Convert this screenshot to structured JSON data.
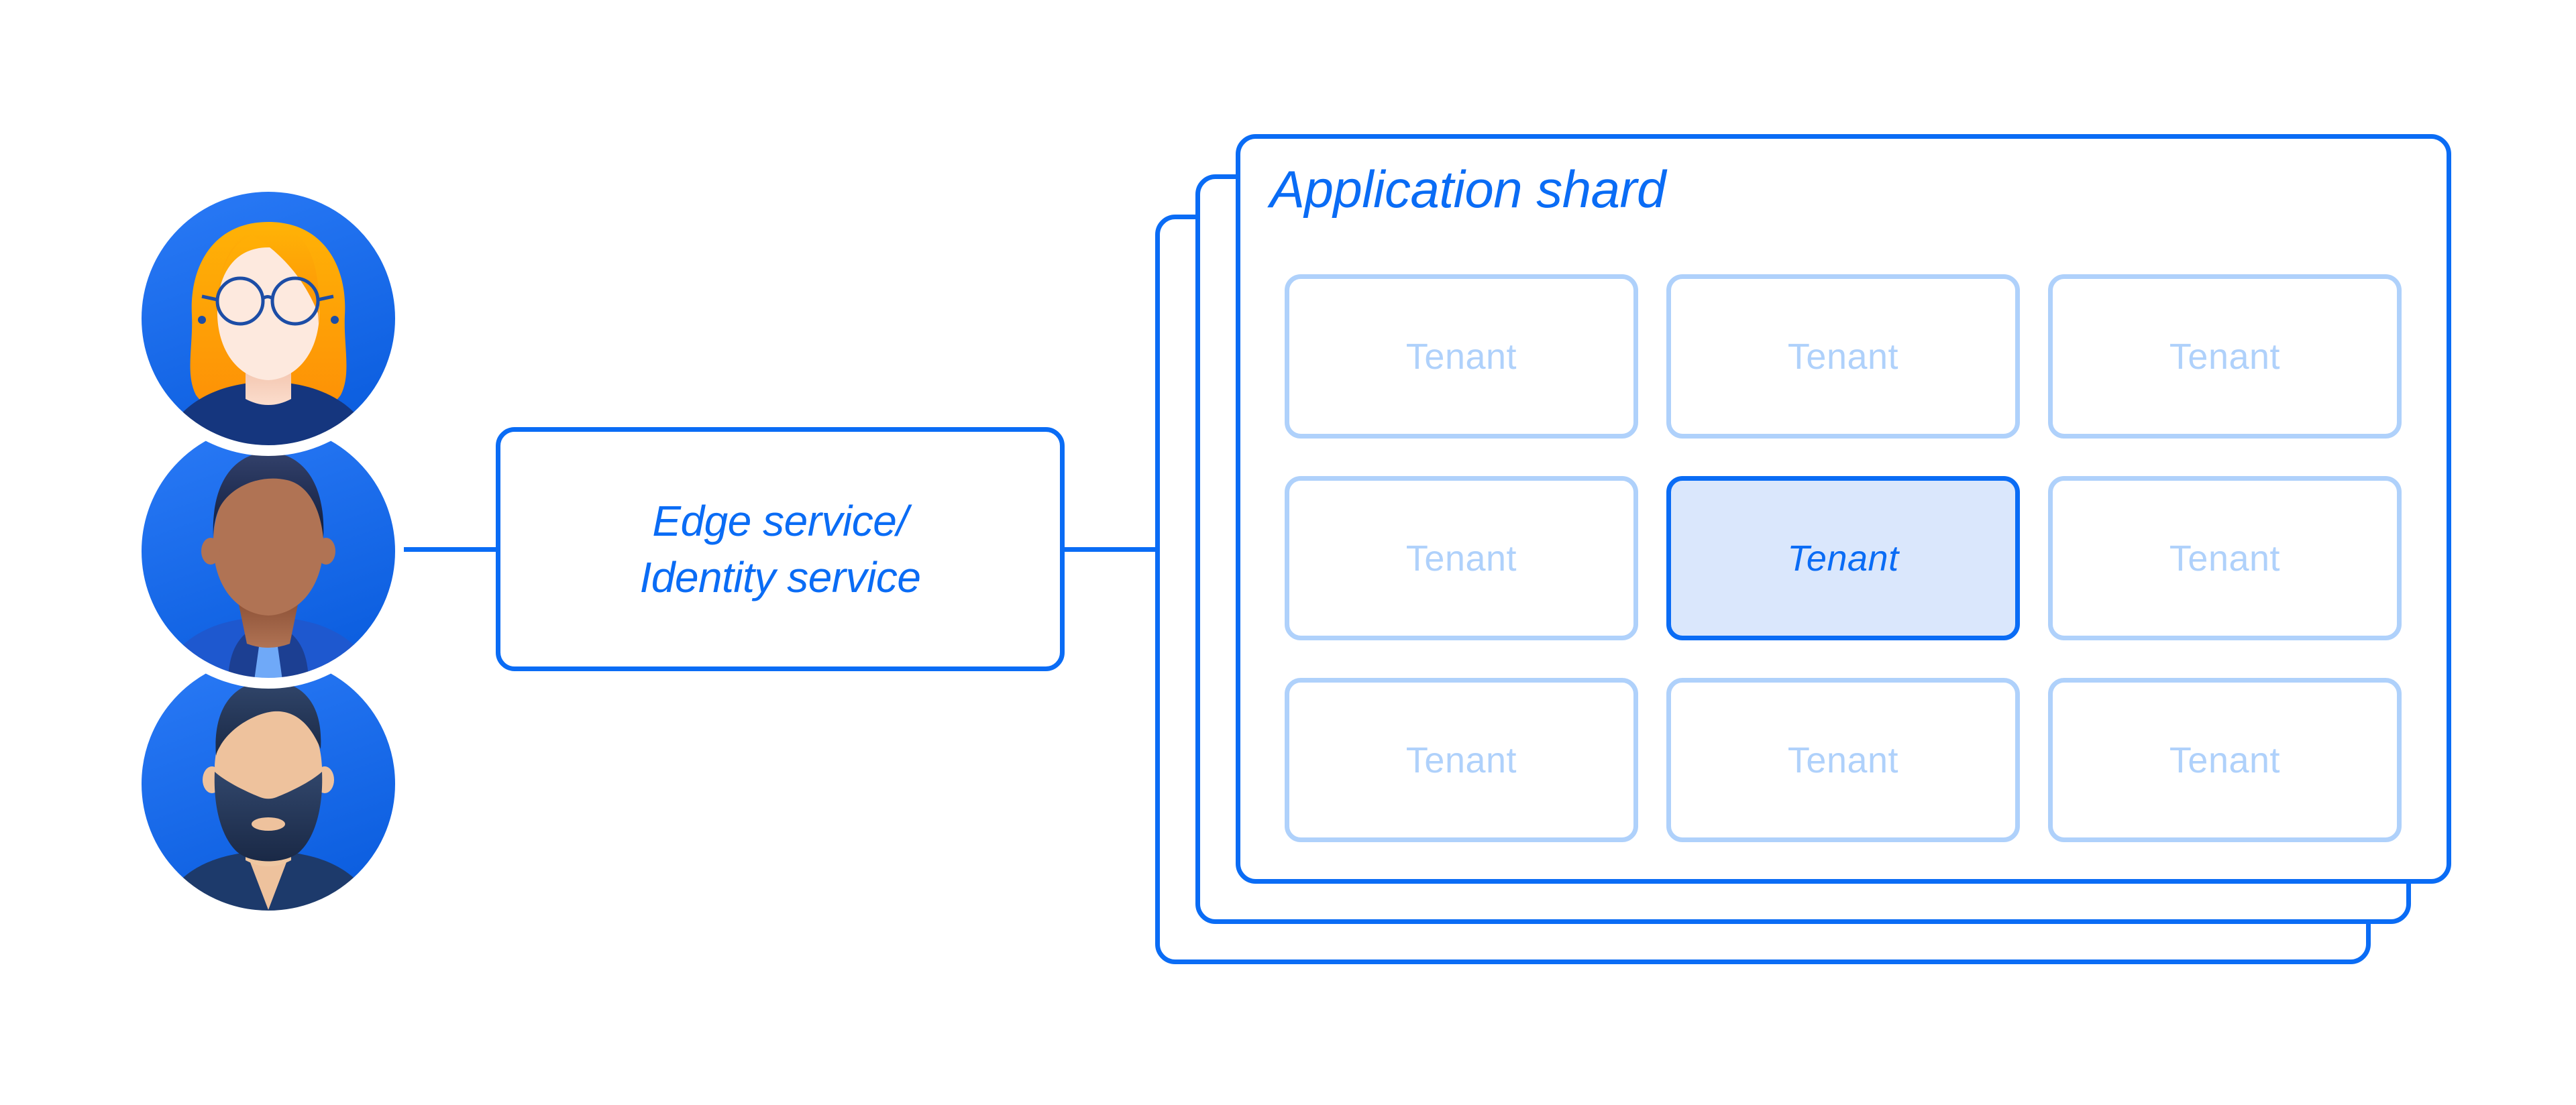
{
  "colors": {
    "accent_blue": "#0a6cf5",
    "light_blue": "#afd1fb",
    "selected_tenant_fill": "#dae7fc",
    "avatar_circle_blue": "#1a6bf2"
  },
  "users": {
    "avatars": [
      {
        "icon": "woman-with-glasses-avatar"
      },
      {
        "icon": "man-avatar"
      },
      {
        "icon": "bearded-man-avatar"
      }
    ]
  },
  "edge_service_box": {
    "line1": "Edge service/",
    "line2": "Identity service"
  },
  "application_shard": {
    "title": "Application shard",
    "stack_count": 3,
    "tenants": [
      {
        "label": "Tenant",
        "highlighted": false
      },
      {
        "label": "Tenant",
        "highlighted": false
      },
      {
        "label": "Tenant",
        "highlighted": false
      },
      {
        "label": "Tenant",
        "highlighted": false
      },
      {
        "label": "Tenant",
        "highlighted": true
      },
      {
        "label": "Tenant",
        "highlighted": false
      },
      {
        "label": "Tenant",
        "highlighted": false
      },
      {
        "label": "Tenant",
        "highlighted": false
      },
      {
        "label": "Tenant",
        "highlighted": false
      }
    ]
  }
}
